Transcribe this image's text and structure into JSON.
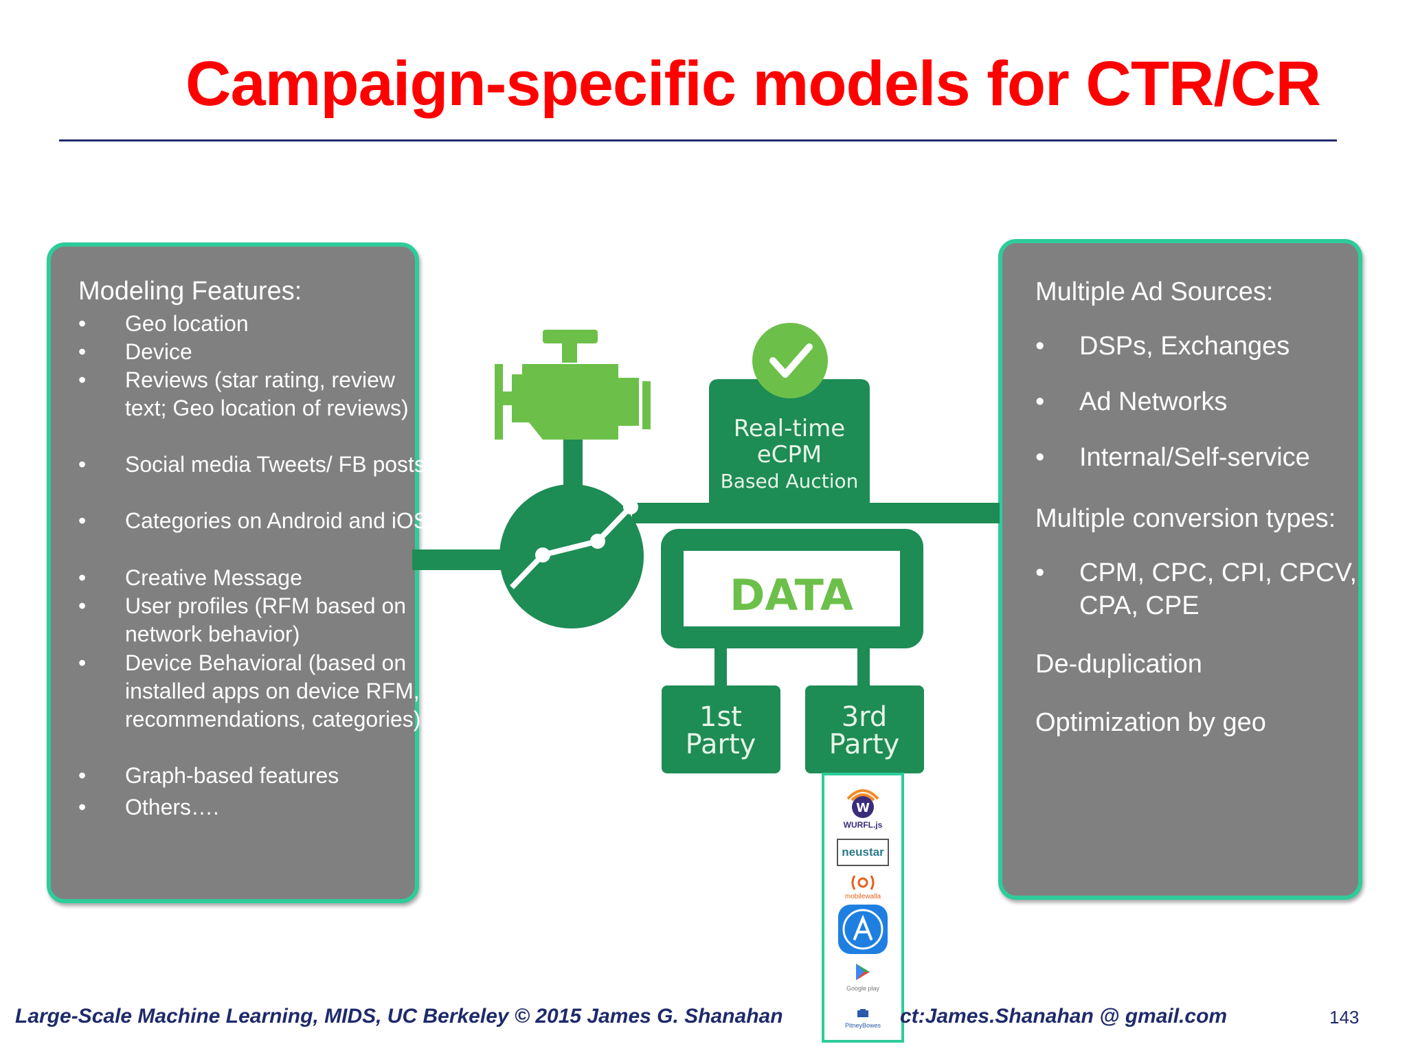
{
  "title": "Campaign-specific models for CTR/CR",
  "left_panel": {
    "heading": "Modeling Features:",
    "bullet": "•",
    "items": [
      "Geo location",
      "Device",
      "Reviews (star rating, review text; Geo location of reviews)",
      "Social media  Tweets/ FB posts",
      "Categories on Android and iOS",
      "Creative Message",
      "User profiles (RFM based on network behavior)",
      "Device Behavioral (based on installed apps on device RFM, recommendations, categories)",
      "Graph-based features",
      "Others…."
    ]
  },
  "right_panel": {
    "heading1": "Multiple Ad Sources:",
    "sources": [
      "DSPs, Exchanges",
      "Ad Networks",
      "Internal/Self-service"
    ],
    "heading2": "Multiple conversion types:",
    "conversions": [
      "CPM, CPC, CPI, CPCV, CPA, CPE"
    ],
    "heading3": "De-duplication",
    "heading4": "Optimization  by geo",
    "bullet": "•"
  },
  "diagram": {
    "auction_line1": "Real-time",
    "auction_line2": "eCPM",
    "auction_line3": "Based Auction",
    "data_label": "DATA",
    "first_party_line1": "1st",
    "first_party_line2": "Party",
    "third_party_line1": "3rd",
    "third_party_line2": "Party",
    "colors": {
      "green": "#1e8c55",
      "light_green": "#6cc04a",
      "teal_border": "#2ecc9a"
    }
  },
  "logos": {
    "wurfl": "WURFL.js",
    "neustar": "neustar",
    "mobilewalla": "mobilewalla",
    "google_play": "Google play",
    "pitney": "PitneyBowes"
  },
  "footer": "Large-Scale Machine Learning, MIDS, UC Berkeley ©  2015 James G. Shanahan",
  "footer_contact": "ct:James.Shanahan @ gmail.com",
  "page_number": "143"
}
